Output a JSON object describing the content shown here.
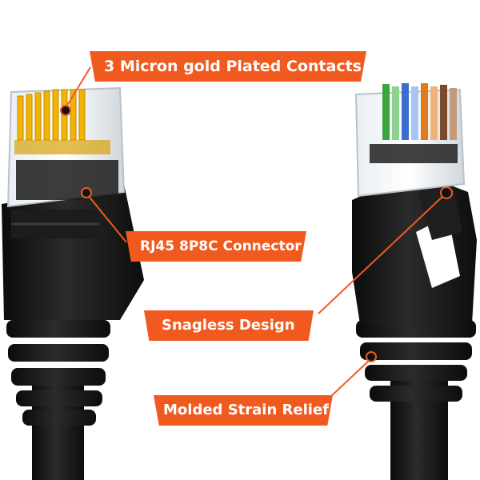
{
  "callouts": [
    {
      "label": "3 Micron gold Plated Contacts"
    },
    {
      "label": "RJ45 8P8C Connector"
    },
    {
      "label": "Snagless Design"
    },
    {
      "label": "Molded Strain Relief"
    }
  ],
  "colors": {
    "accent": "#f15a1f",
    "cable": "#141414",
    "contact_gold": "#f2b400",
    "label_text": "#ffffff"
  },
  "icons": [
    "rj45-connector-left-icon",
    "rj45-connector-right-icon"
  ]
}
